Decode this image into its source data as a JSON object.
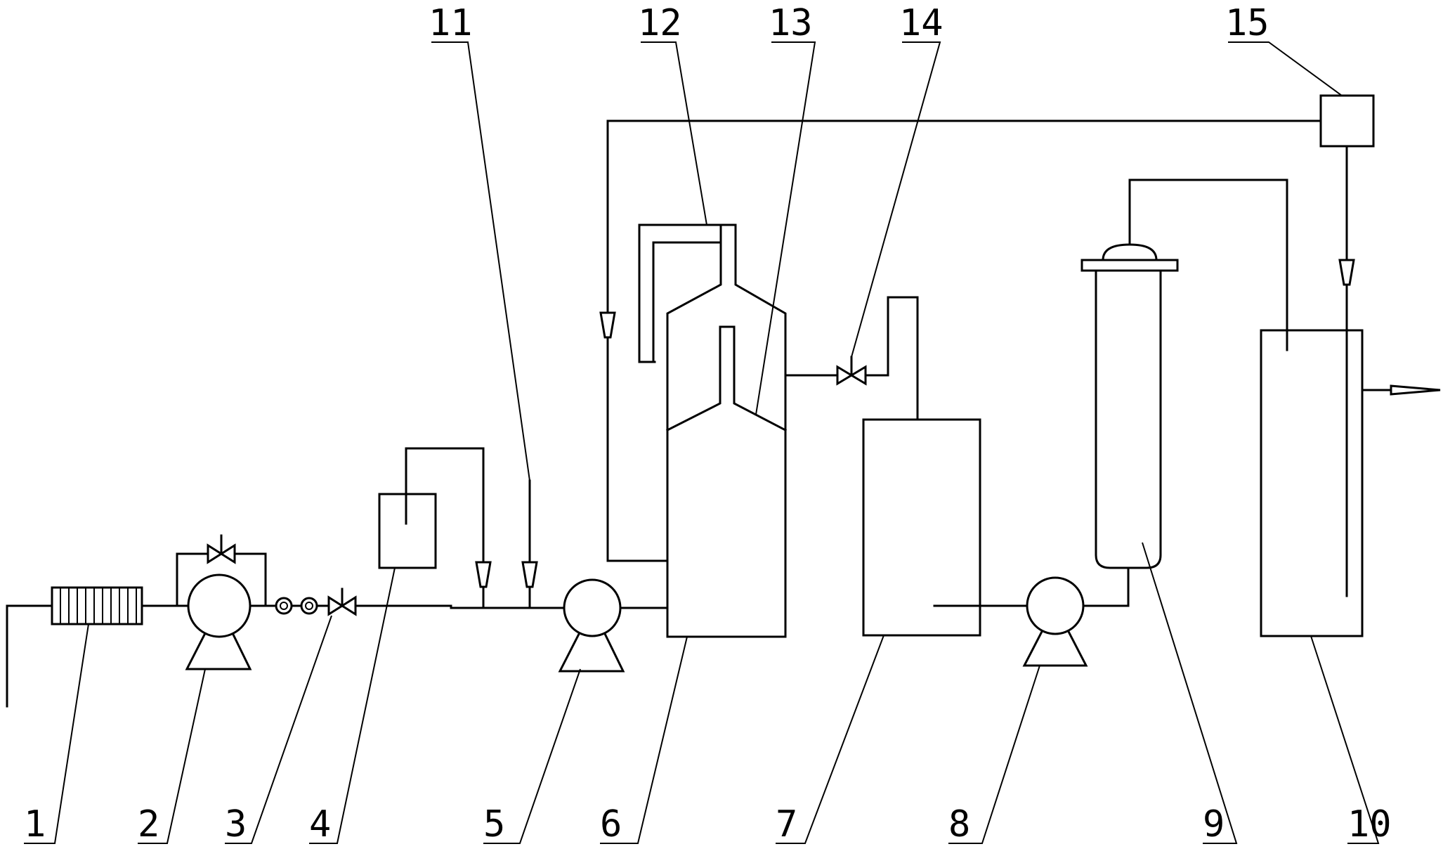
{
  "labels": {
    "l1": "1",
    "l2": "2",
    "l3": "3",
    "l4": "4",
    "l5": "5",
    "l6": "6",
    "l7": "7",
    "l8": "8",
    "l9": "9",
    "l10": "10",
    "l11": "11",
    "l12": "12",
    "l13": "13",
    "l14": "14",
    "l15": "15"
  },
  "colors": {
    "line": "#000000",
    "background": "#ffffff"
  }
}
